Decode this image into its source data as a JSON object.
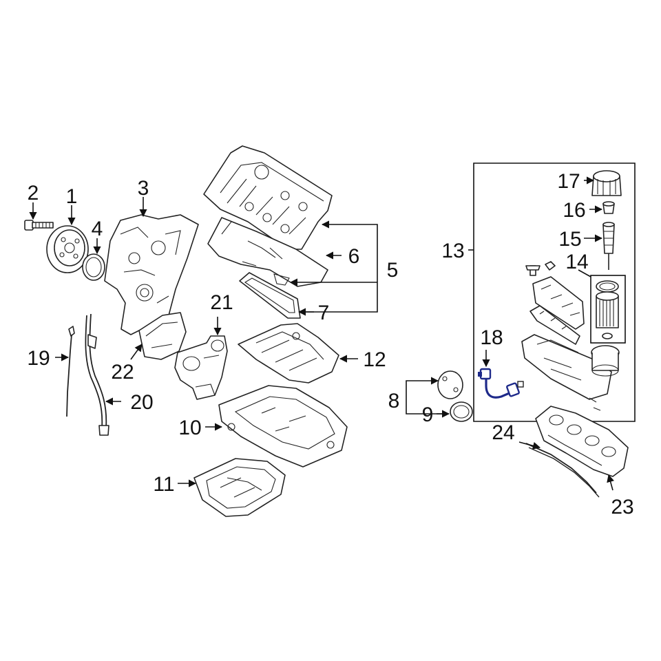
{
  "diagram": {
    "callouts": [
      "1",
      "2",
      "3",
      "4",
      "5",
      "6",
      "7",
      "8",
      "9",
      "10",
      "11",
      "12",
      "13",
      "14",
      "15",
      "16",
      "17",
      "18",
      "19",
      "20",
      "21",
      "22",
      "23",
      "24"
    ],
    "highlight_part": "18",
    "colors": {
      "line": "#111111",
      "highlight": "#1e2a8a",
      "background": "#ffffff"
    }
  }
}
